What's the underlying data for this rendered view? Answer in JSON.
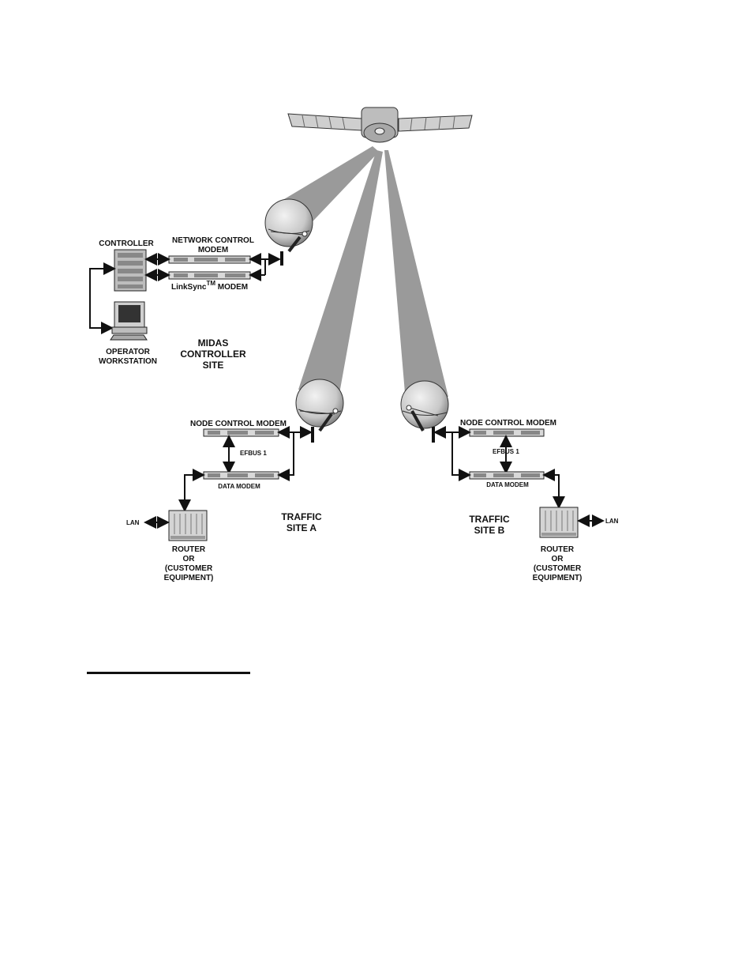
{
  "labels": {
    "controller": "CONTROLLER",
    "network_control_modem_1": "NETWORK  CONTROL",
    "network_control_modem_2": "MODEM",
    "linksync_modem_pre": "LinkSync",
    "linksync_modem_tm": "TM",
    "linksync_modem_post": " MODEM",
    "operator_workstation_1": "OPERATOR",
    "operator_workstation_2": "WORKSTATION",
    "midas_1": "MIDAS",
    "midas_2": "CONTROLLER",
    "midas_3": "SITE",
    "site_a": {
      "node_control_modem": "NODE CONTROL MODEM",
      "efbus": "EFBUS 1",
      "data_modem": "DATA MODEM",
      "lan": "LAN",
      "traffic_1": "TRAFFIC",
      "traffic_2": "SITE A",
      "router_1": "ROUTER",
      "router_2": "OR",
      "router_3": "(CUSTOMER",
      "router_4": "EQUIPMENT)"
    },
    "site_b": {
      "node_control_modem": "NODE CONTROL MODEM",
      "efbus": "EFBUS 1",
      "data_modem": "DATA MODEM",
      "lan": "LAN",
      "traffic_1": "TRAFFIC",
      "traffic_2": "SITE B",
      "router_1": "ROUTER",
      "router_2": "OR",
      "router_3": "(CUSTOMER",
      "router_4": "EQUIPMENT)"
    }
  },
  "icons": [
    "satellite-icon",
    "dish-antenna-icon",
    "modem-icon",
    "controller-rack-icon",
    "computer-icon",
    "router-icon"
  ],
  "colors": {
    "beam": "#9a9a9a",
    "dish": "#cfcfcf",
    "line": "#111111"
  }
}
